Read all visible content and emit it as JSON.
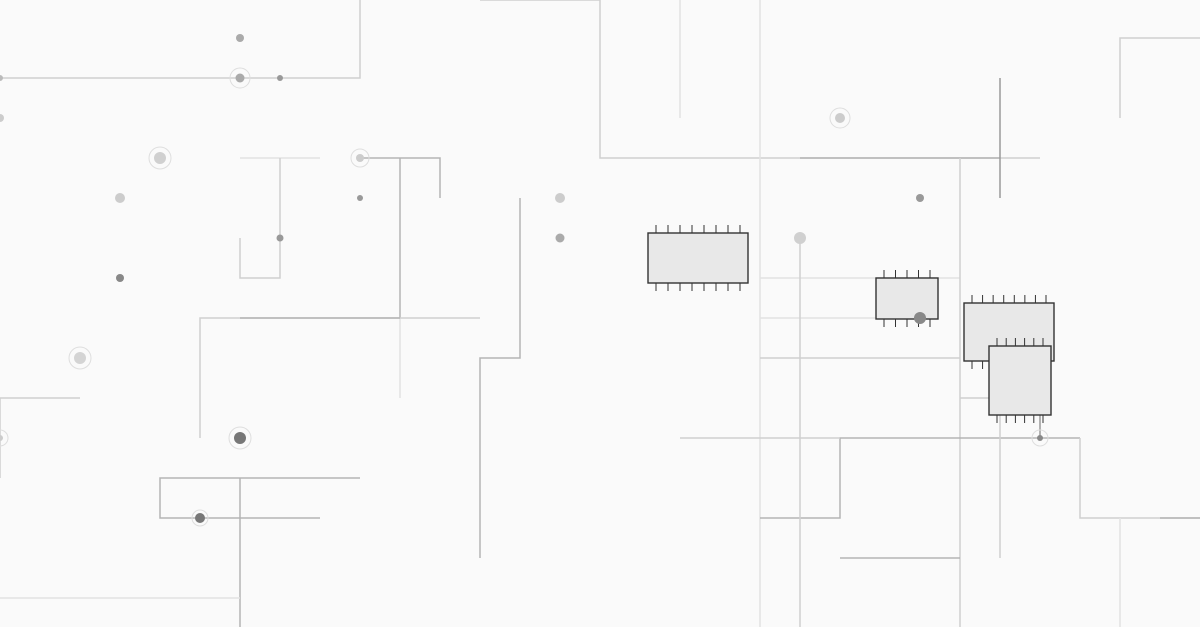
{
  "colors": {
    "background": "#fafafa",
    "chip_fill": "#e8e8e8",
    "chip_outline": "#333333",
    "trace": "#b4b4b4"
  },
  "chips": [
    {
      "pins_per_side": 8
    },
    {
      "pins_per_side": 5
    },
    {
      "pins_per_side": 8
    },
    {
      "pins_per_side": 6
    }
  ]
}
